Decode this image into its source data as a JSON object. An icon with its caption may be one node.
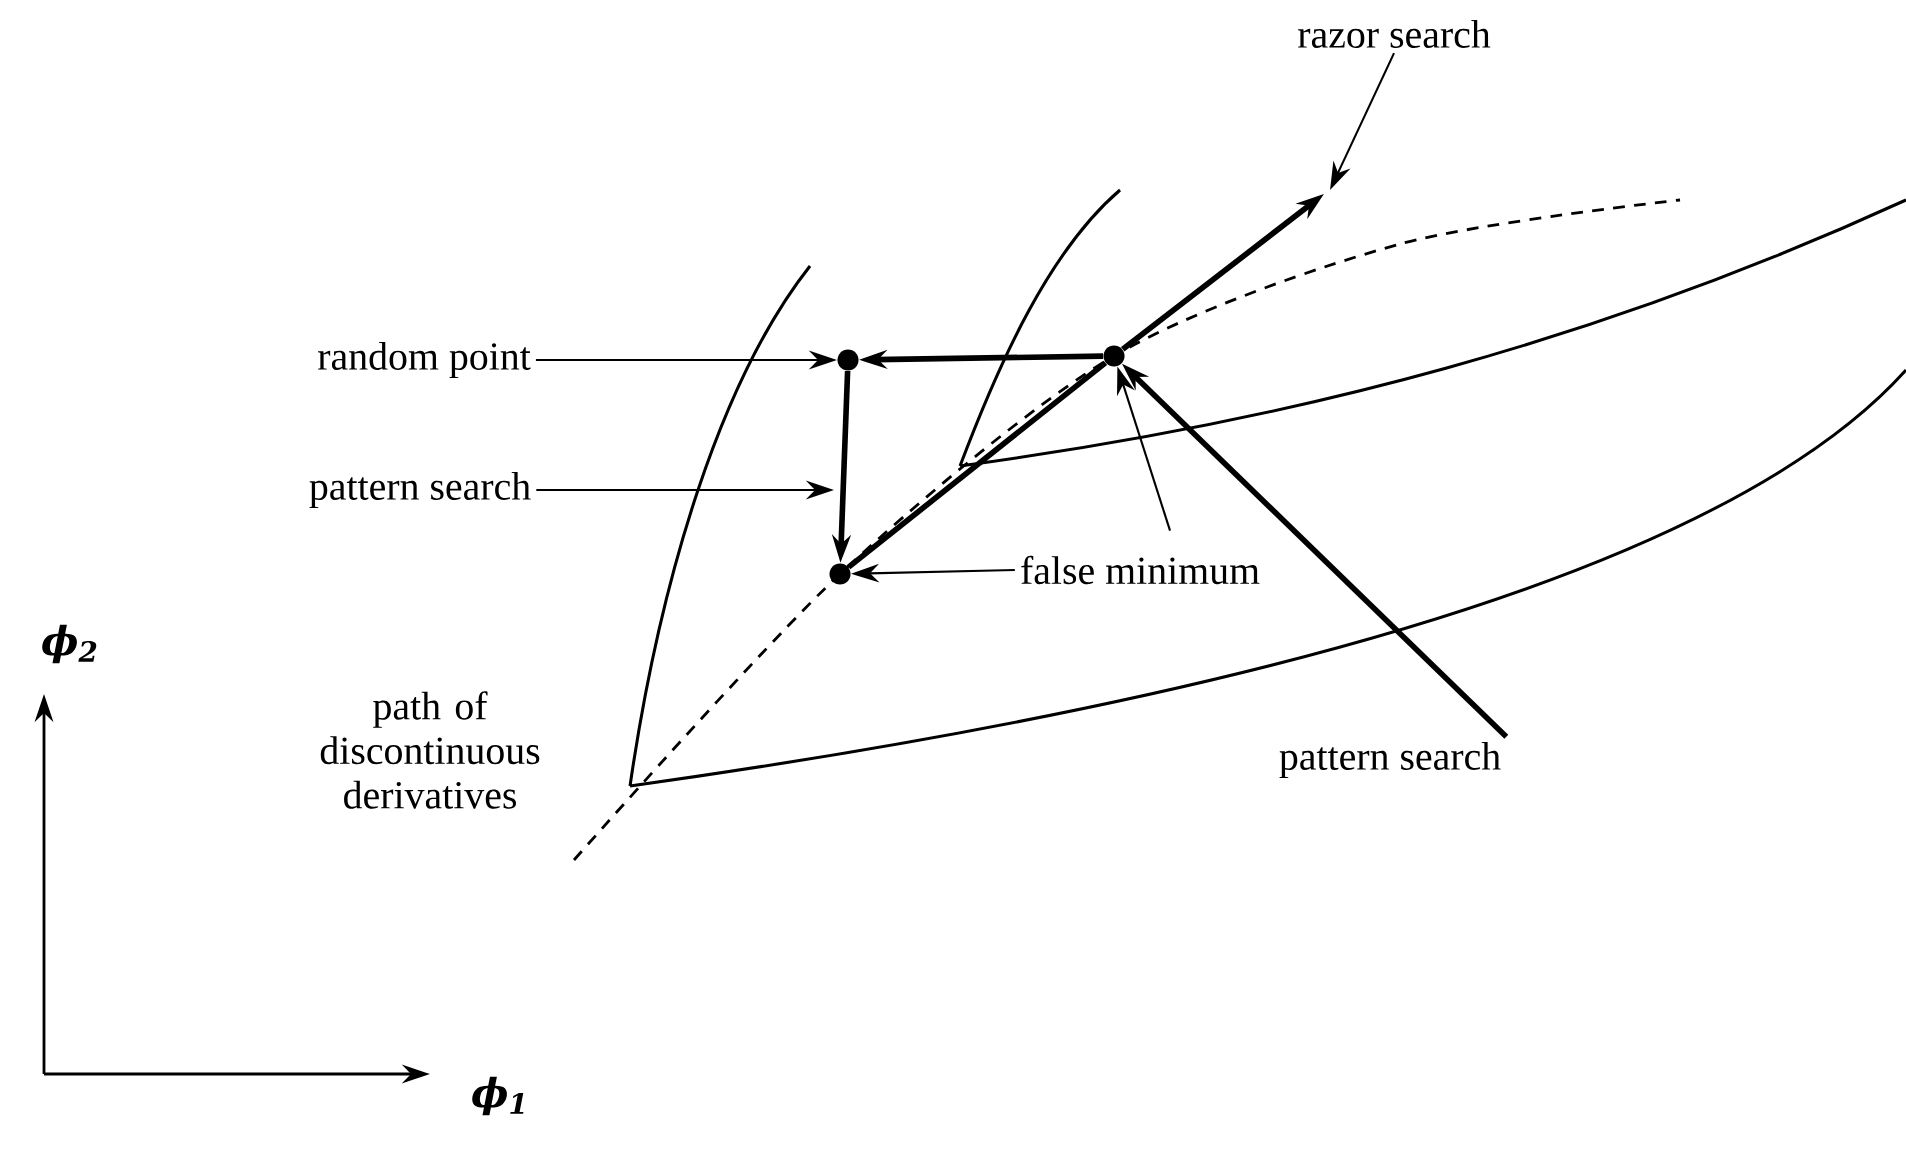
{
  "diagram": {
    "nodes": [
      {
        "text": [
          "razor search"
        ]
      },
      {
        "text": [
          "random point"
        ]
      },
      {
        "text": [
          "pattern search"
        ]
      },
      {
        "text": [
          "false minimum"
        ]
      },
      {
        "text": [
          "pattern search"
        ]
      },
      {
        "text": [
          "path of discontinuous derivatives"
        ]
      },
      {
        "text": [],
        "shape": "circle"
      },
      {
        "text": [],
        "shape": "circle"
      },
      {
        "text": [],
        "shape": "circle"
      }
    ],
    "edges": [
      {
        "from": 1,
        "to": 6,
        "arrow": "to"
      },
      {
        "from": 7,
        "to": 6,
        "arrow": "to",
        "style": "thick"
      },
      {
        "from": 2,
        "to": null,
        "arrow": "to"
      },
      {
        "from": 6,
        "to": 8,
        "arrow": "to",
        "style": "thick"
      },
      {
        "from": 8,
        "to": 7,
        "arrow": "none",
        "style": "thick"
      },
      {
        "from": 7,
        "to": null,
        "arrow": "to",
        "style": "thick"
      },
      {
        "from": 0,
        "to": null,
        "arrow": "to"
      },
      {
        "from": 3,
        "to": 8,
        "arrow": "to"
      },
      {
        "from": 3,
        "to": 7,
        "arrow": "to"
      },
      {
        "from": 4,
        "to": 7,
        "arrow": "to",
        "style": "thick"
      }
    ],
    "labels": [
      "ϕ$_{2}$",
      "ϕ$_{1}$"
    ]
  }
}
